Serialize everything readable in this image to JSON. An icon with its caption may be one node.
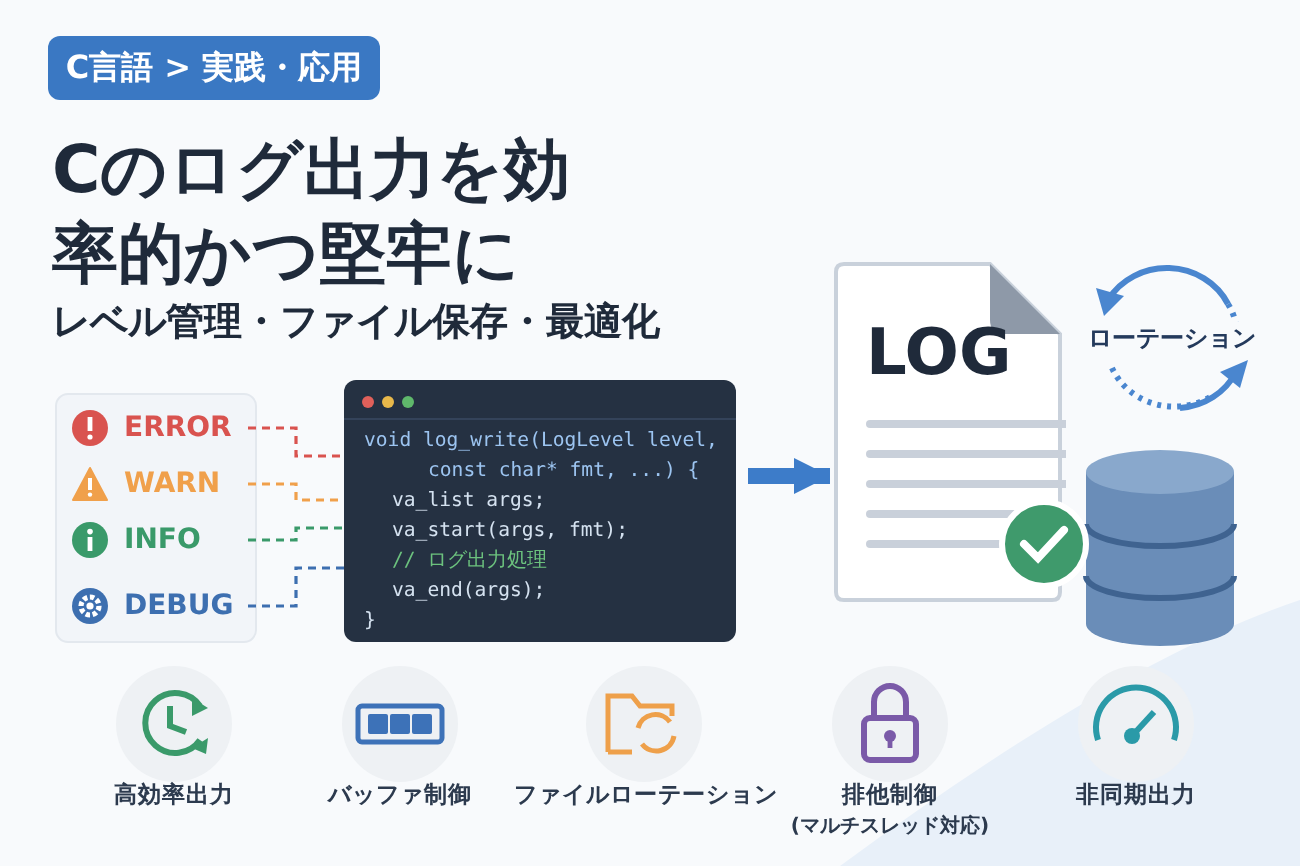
{
  "diagram": {
    "title": "Cのログ出力を効率的かつ堅牢に",
    "nodes": [
      {
        "text": [
          "ERROR"
        ]
      },
      {
        "text": [
          "WARN"
        ]
      },
      {
        "text": [
          "INFO"
        ]
      },
      {
        "text": [
          "DEBUG"
        ]
      },
      {
        "text": [
          "void log_write(LogLevel level,",
          "const char* fmt, ...) {",
          "va_list args;",
          "va_start(args, fmt);",
          "// ログ出力処理",
          "va_end(args);",
          "}"
        ]
      },
      {
        "text": [
          "LOG"
        ]
      },
      {
        "text": [
          "ローテーション"
        ]
      }
    ],
    "edges": [
      {
        "from": 0,
        "to": 4,
        "arrow": "none",
        "style": "dashed",
        "color": "#d9534f"
      },
      {
        "from": 1,
        "to": 4,
        "arrow": "none",
        "style": "dashed",
        "color": "#f0a04b"
      },
      {
        "from": 2,
        "to": 4,
        "arrow": "none",
        "style": "dashed",
        "color": "#3a9a6a"
      },
      {
        "from": 3,
        "to": 4,
        "arrow": "none",
        "style": "dashed",
        "color": "#3d6fb0"
      },
      {
        "from": 4,
        "to": 5,
        "arrow": "to",
        "style": "thick",
        "color": "#3d7cc9"
      }
    ],
    "labels": [
      "C言語 > 実践・応用",
      "レベル管理・ファイル保存・最適化",
      "高効率出力",
      "バッファ制御",
      "ファイルローテーション",
      "排他制御",
      "(マルチスレッド対応)",
      "非同期出力"
    ]
  }
}
